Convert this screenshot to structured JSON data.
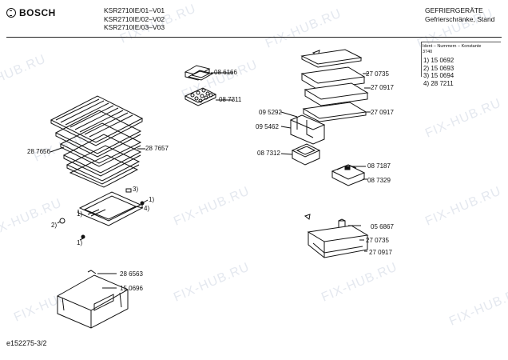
{
  "header": {
    "brand": "BOSCH",
    "models": [
      "KSR2710IE/01–V01",
      "KSR2710IE/02–V02",
      "KSR2710IE/03–V03"
    ],
    "category": "GEFRIERGERÄTE",
    "subcategory": "Gefrierschränke, Stand"
  },
  "ident": {
    "title": "Ident – Nummern – Konstante",
    "constant": "3740",
    "codes": [
      "1) 15 0692",
      "2) 15 0693",
      "3) 15 0694",
      "4) 28 7211"
    ]
  },
  "labels": {
    "p086166": "08 6166",
    "p087311": "08 7311",
    "p270735a": "27 0735",
    "p270917a": "27 0917",
    "p095292": "09 5292",
    "p095462": "09 5462",
    "p270917b": "27 0917",
    "p287656": "28 7656",
    "p287657": "28 7657",
    "p087312": "08 7312",
    "p087187": "08 7187",
    "p087329": "08 7329",
    "n3": "3)",
    "n1a": "1)",
    "n4": "4)",
    "n1b": "1)",
    "n2": "2)",
    "n1c": "1)",
    "p056867": "05 6867",
    "p270735b": "27 0735",
    "p270917c": "27 0917",
    "p286563": "28 6563",
    "p150696": "15 0696"
  },
  "footer": {
    "code": "e152275-3/2"
  },
  "watermark": "FIX-HUB.RU"
}
